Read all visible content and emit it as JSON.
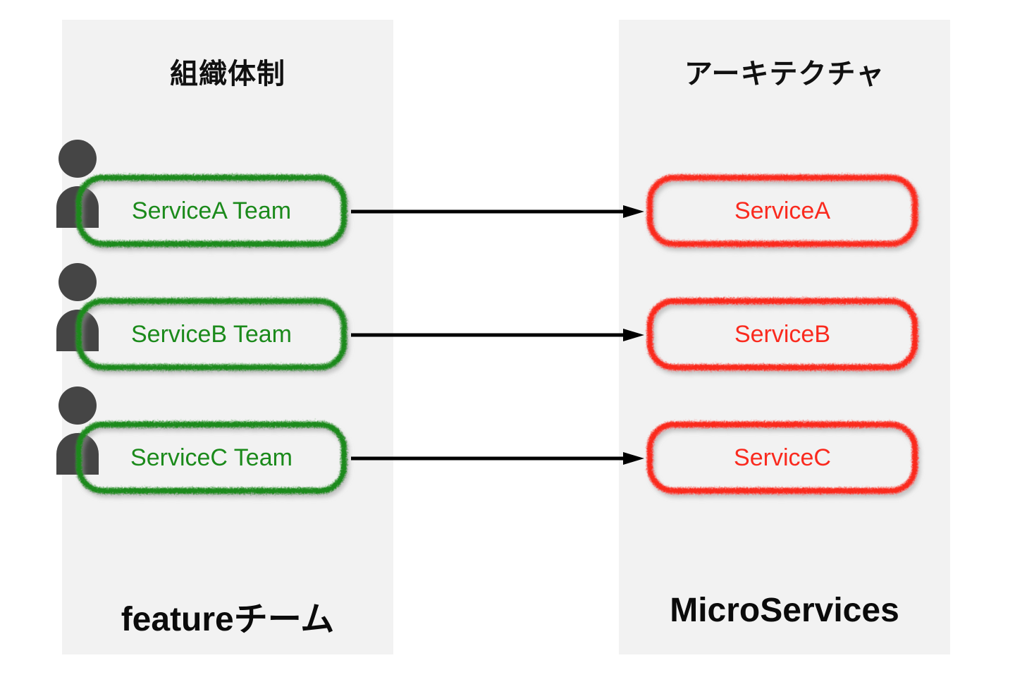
{
  "panels": {
    "left": {
      "title": "組織体制",
      "footer": "featureチーム",
      "accent_color": "#1b8a1b",
      "background": "#f2f2f2"
    },
    "right": {
      "title": "アーキテクチャ",
      "footer": "MicroServices",
      "accent_color": "#fa2a1e",
      "background": "#f2f2f2"
    }
  },
  "rows": [
    {
      "team_label": "ServiceA Team",
      "service_label": "ServiceA",
      "person_icon": "person-icon",
      "arrow_icon": "arrow-right-icon"
    },
    {
      "team_label": "ServiceB Team",
      "service_label": "ServiceB",
      "person_icon": "person-icon",
      "arrow_icon": "arrow-right-icon"
    },
    {
      "team_label": "ServiceC Team",
      "service_label": "ServiceC",
      "person_icon": "person-icon",
      "arrow_icon": "arrow-right-icon"
    }
  ],
  "colors": {
    "green": "#1b8a1b",
    "red": "#fa2a1e",
    "person_gray": "#454545",
    "panel_gray": "#f2f2f2",
    "arrow_black": "#000000",
    "page_background": "#ffffff"
  }
}
